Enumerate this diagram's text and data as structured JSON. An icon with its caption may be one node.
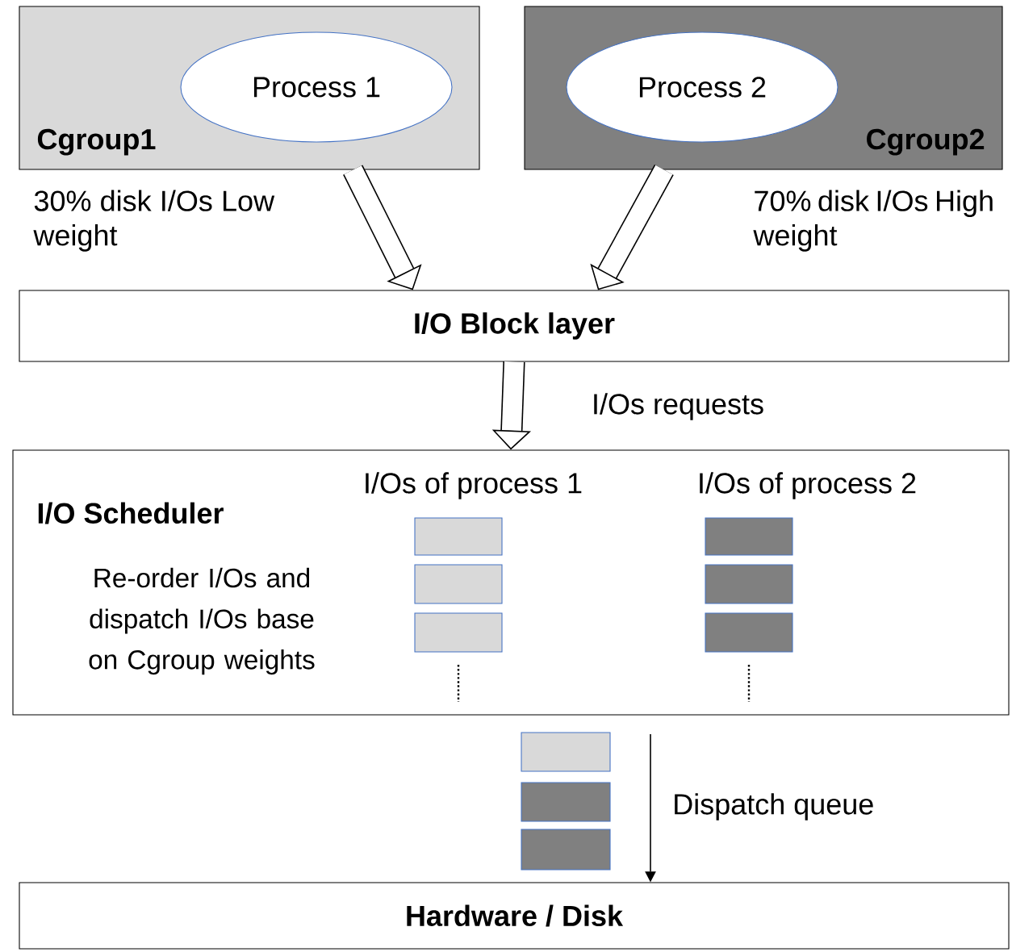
{
  "diagram": {
    "nodes": [
      {
        "text": [
          "Cgroup1"
        ]
      },
      {
        "text": [
          "Process 1"
        ],
        "in": 0
      },
      {
        "text": [
          "Cgroup2"
        ]
      },
      {
        "text": [
          "Process 2"
        ],
        "in": 2
      },
      {
        "text": [
          "I/O Block layer"
        ]
      },
      {
        "text": [
          "I/O Scheduler",
          "Re-order I/Os and dispatch I/Os base on Cgroup weights"
        ]
      },
      {
        "text": [],
        "shape": "box",
        "in": 5
      },
      {
        "text": [],
        "shape": "box",
        "in": 5
      },
      {
        "text": [],
        "shape": "box",
        "in": 5
      },
      {
        "text": [],
        "shape": "box",
        "in": 5
      },
      {
        "text": [],
        "shape": "box",
        "in": 5
      },
      {
        "text": [],
        "shape": "box",
        "in": 5
      },
      {
        "text": [],
        "shape": "box"
      },
      {
        "text": [],
        "shape": "box"
      },
      {
        "text": [],
        "shape": "box"
      },
      {
        "text": [
          "Hardware / Disk"
        ]
      }
    ],
    "edges": [
      {
        "from": 0,
        "to": 4,
        "arrow": "to"
      },
      {
        "from": 2,
        "to": 4,
        "arrow": "to"
      },
      {
        "from": 4,
        "to": 5,
        "label": "I/Os requests",
        "arrow": "to"
      },
      {
        "from": null,
        "to": 15,
        "label": "Dispatch queue",
        "arrow": "to"
      }
    ],
    "labels": [
      "30% disk I/Os Low weight",
      "70% disk I/Os High weight",
      "I/Os of process 1",
      "I/Os of process 2"
    ]
  }
}
